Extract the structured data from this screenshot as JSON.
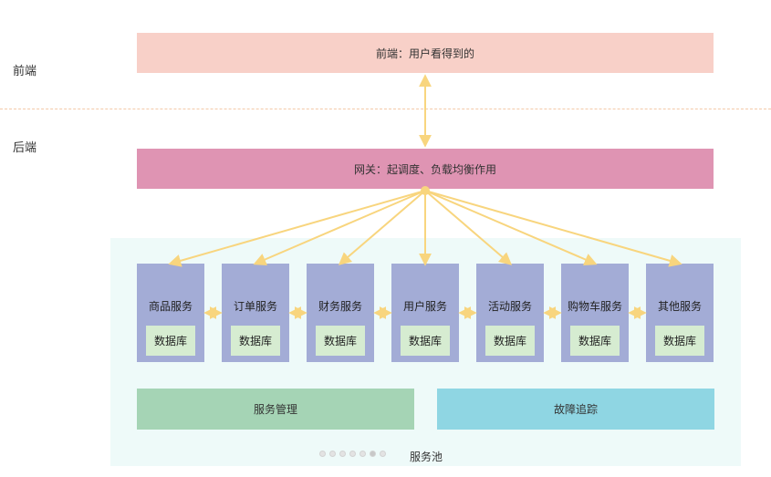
{
  "labels": {
    "frontend_side": "前端",
    "backend_side": "后端"
  },
  "frontend_box": {
    "text": "前端：用户看得到的",
    "color": "#f8d0c8"
  },
  "gateway_box": {
    "text": "网关：起调度、负载均衡作用",
    "color": "#df94b3"
  },
  "services": [
    {
      "name": "商品服务",
      "db": "数据库"
    },
    {
      "name": "订单服务",
      "db": "数据库"
    },
    {
      "name": "财务服务",
      "db": "数据库"
    },
    {
      "name": "用户服务",
      "db": "数据库"
    },
    {
      "name": "活动服务",
      "db": "数据库"
    },
    {
      "name": "购物车服务",
      "db": "数据库"
    },
    {
      "name": "其他服务",
      "db": "数据库"
    }
  ],
  "service_management": {
    "text": "服务管理",
    "color": "#a5d4b5"
  },
  "fault_tracking": {
    "text": "故障追踪",
    "color": "#8fd6e3"
  },
  "pool_label": "服务池",
  "colors": {
    "arrow": "#f8d57e",
    "service_box": "#a3acd6",
    "db_box": "#d6ecd1",
    "pool_bg": "#eefaf9",
    "divider": "#f3c9a8"
  }
}
